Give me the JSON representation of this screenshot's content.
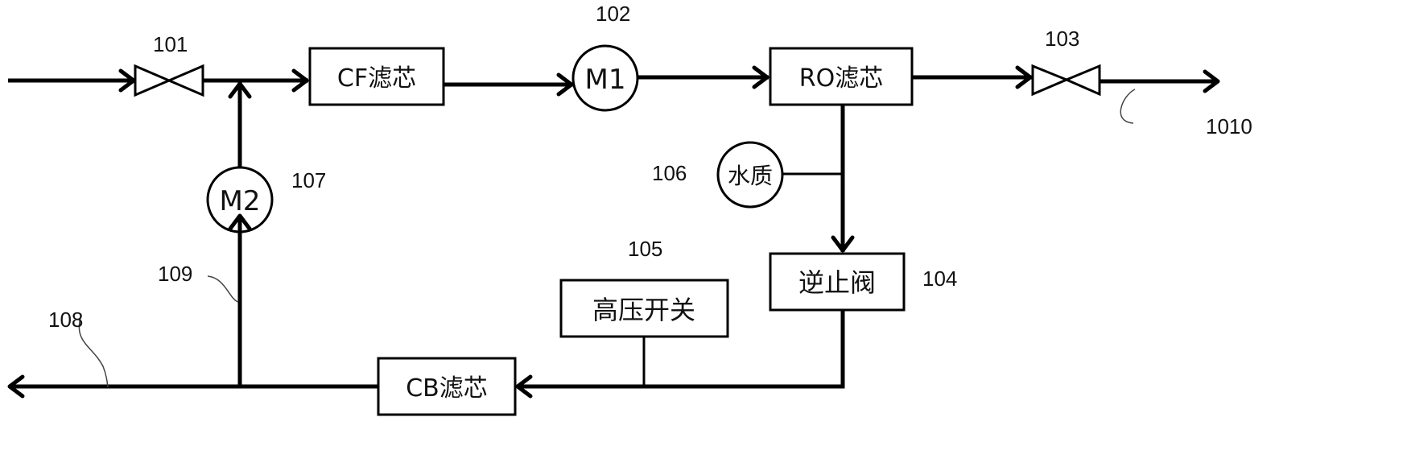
{
  "components": {
    "valve_inlet": {
      "ref": "101"
    },
    "cf_filter": {
      "ref": "",
      "label": "CF滤芯"
    },
    "pump_m1": {
      "ref": "102",
      "label": "M1"
    },
    "ro_filter": {
      "ref": "",
      "label": "RO滤芯"
    },
    "valve_outlet": {
      "ref": "103"
    },
    "check_valve": {
      "ref": "104",
      "label": "逆止阀"
    },
    "high_pressure_switch": {
      "ref": "105",
      "label": "高压开关"
    },
    "water_quality_sensor": {
      "ref": "106",
      "label": "水质"
    },
    "pump_m2": {
      "ref": "107",
      "label": "M2"
    },
    "cb_filter": {
      "ref": "",
      "label": "CB滤芯"
    },
    "waste_outlet_pipe": {
      "ref": "108"
    },
    "return_pipe": {
      "ref": "109"
    },
    "pure_water_outlet_pipe": {
      "ref": "1010"
    }
  }
}
